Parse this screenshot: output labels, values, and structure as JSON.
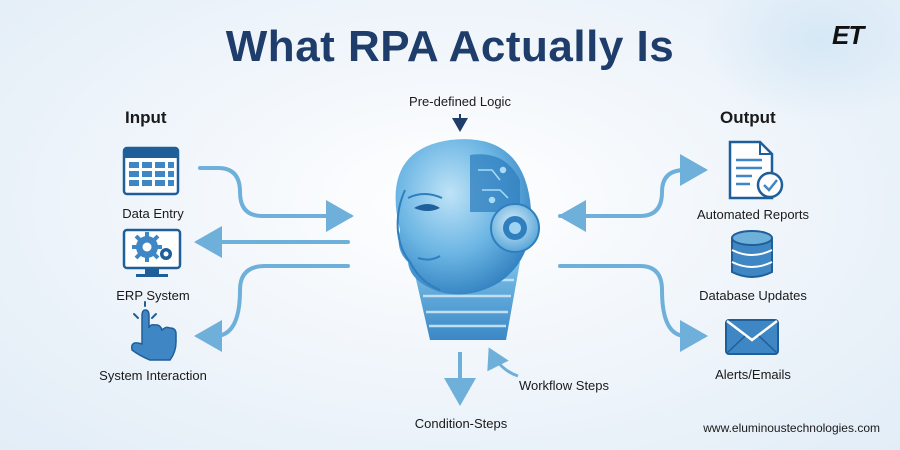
{
  "title": "What RPA Actually Is",
  "logo": "ET",
  "input_header": "Input",
  "output_header": "Output",
  "inputs": [
    "Data Entry",
    "ERP System",
    "System Interaction"
  ],
  "outputs": [
    "Automated Reports",
    "Database Updates",
    "Alerts/Emails"
  ],
  "logic_label": "Pre-defined Logic",
  "workflow_label": "Workflow Steps",
  "condition_label": "Condition-Steps",
  "website": "www.eluminoustechnologies.com",
  "colors": {
    "title": "#1f3d6b",
    "arrow": "#6fb0da",
    "icon": "#3f86c4",
    "icon_dark": "#1f5f99",
    "head": "#4f9fd6"
  }
}
